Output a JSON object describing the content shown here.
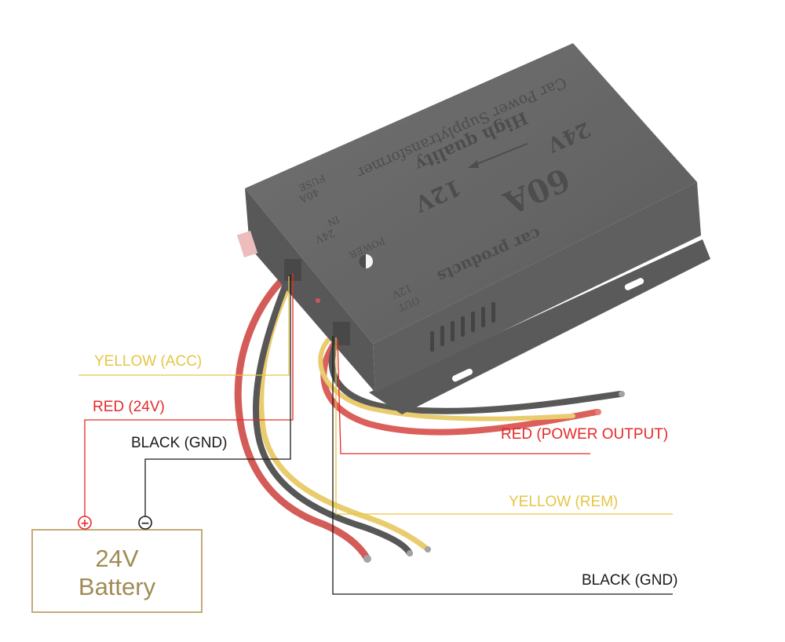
{
  "device": {
    "brand_line": "Car Power Supplytransformer",
    "quality": "High quality",
    "input_voltage": "24V",
    "output_voltage": "12V",
    "current": "60A",
    "fuse_label": "FUSE",
    "fuse_rating": "40A",
    "in_label": "IN",
    "in_voltage": "24V",
    "power_label": "POWER",
    "products": "car products",
    "out_label": "OUT",
    "out_voltage": "12V"
  },
  "wires": {
    "yellow_acc": "YELLOW (ACC)",
    "red_24v": "RED (24V)",
    "black_gnd_in": "BLACK (GND)",
    "red_power_output": "RED (POWER OUTPUT)",
    "yellow_rem": "YELLOW (REM)",
    "black_gnd_out": "BLACK (GND)"
  },
  "battery": {
    "voltage": "24V",
    "label": "Battery",
    "plus": "+",
    "minus": "−"
  },
  "colors": {
    "yellow_label": "#e6c545",
    "red_label": "#e42a2a",
    "black_label": "#1a1a1a",
    "battery_frame": "#c3ab78",
    "battery_text": "#a08b55",
    "device_body": "#3a3a3a",
    "red_wire": "#d4352f",
    "yellow_wire": "#e9c54e",
    "black_wire": "#2a2a2a"
  }
}
